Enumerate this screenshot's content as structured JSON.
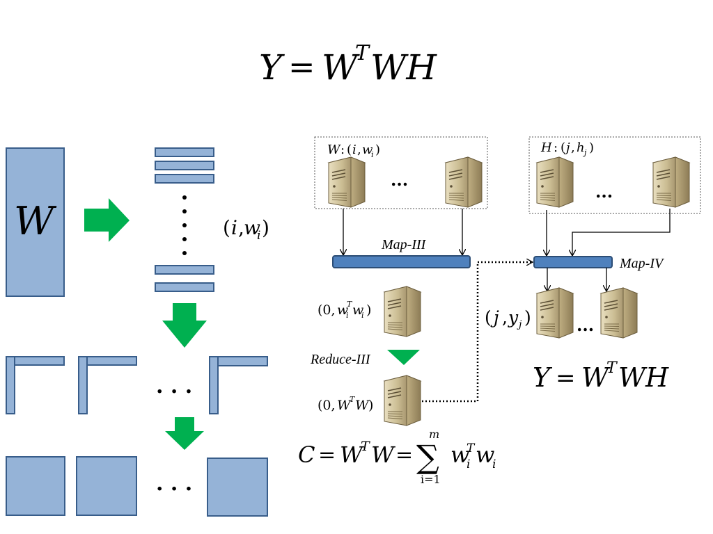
{
  "title_equation": {
    "lhs": "Y",
    "eq": "=",
    "w": "W",
    "sup": "T",
    "rhs": "WH"
  },
  "left_panel": {
    "matrix_label": "W",
    "row_tuple": {
      "open": "(",
      "i": "i",
      "comma": ",",
      "w": "w",
      "sub": "i",
      "close": ")"
    },
    "ellipsis_mid": ". . .",
    "ellipsis_bottom": ". . ."
  },
  "group_w": {
    "label": {
      "name": "W",
      "colon": ":",
      "open": "(",
      "i": "i",
      "comma": ",",
      "w": "w",
      "sub": "i",
      "close": ")"
    },
    "dots": "..."
  },
  "group_h": {
    "label": {
      "name": "H",
      "colon": ":",
      "open": "(",
      "j": "j",
      "comma": ",",
      "h": "h",
      "sub": "j",
      "close": ")"
    },
    "dots": "..."
  },
  "map3": {
    "label": "Map-III"
  },
  "map4": {
    "label": "Map-IV"
  },
  "reduce3": {
    "label": "Reduce-III"
  },
  "server_wtw_i": {
    "open": "(0,",
    "w1": "w",
    "sup": "T",
    "sub1": "i",
    "w2": "w",
    "sub2": "i",
    "close": ")"
  },
  "server_wtw": {
    "open": "(0,",
    "w1": "W",
    "sup": "T",
    "w2": "W",
    "close": ")"
  },
  "output_tuple": {
    "open": "(",
    "j": "j",
    "comma": ",",
    "y": "y",
    "sub": "j",
    "close": ")"
  },
  "output_dots": "...",
  "result_equation": {
    "lhs": "Y",
    "eq": "=",
    "w": "W",
    "sup": "T",
    "rhs": "WH"
  },
  "c_equation": {
    "lhs": "C",
    "eq1": "=",
    "w1": "W",
    "sup1": "T",
    "w2": "W",
    "eq2": "=",
    "sigma": "∑",
    "upper": "m",
    "lower": "i=1",
    "wi": "w",
    "sup2": "T",
    "sub_i1": "i",
    "wi2": "w",
    "sub_i2": "i"
  },
  "colors": {
    "matrix_fill": "#95b3d7",
    "matrix_stroke": "#385d8a",
    "bar_fill": "#4f81bd",
    "bar_stroke": "#2c4d75",
    "arrow_green": "#00b050"
  }
}
